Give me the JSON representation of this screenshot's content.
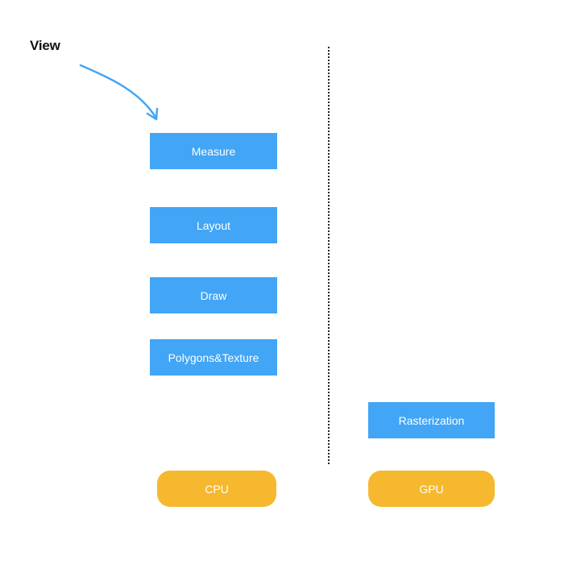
{
  "diagram": {
    "title": "View",
    "cpu_stages": [
      {
        "label": "Measure"
      },
      {
        "label": "Layout"
      },
      {
        "label": "Draw"
      },
      {
        "label": "Polygons&Texture"
      }
    ],
    "gpu_stages": [
      {
        "label": "Rasterization"
      }
    ],
    "processors": {
      "cpu_label": "CPU",
      "gpu_label": "GPU"
    },
    "colors": {
      "stage_fill": "#42a5f5",
      "processor_fill": "#f6b82e",
      "arrow": "#42a5f5",
      "divider": "#222222"
    }
  }
}
